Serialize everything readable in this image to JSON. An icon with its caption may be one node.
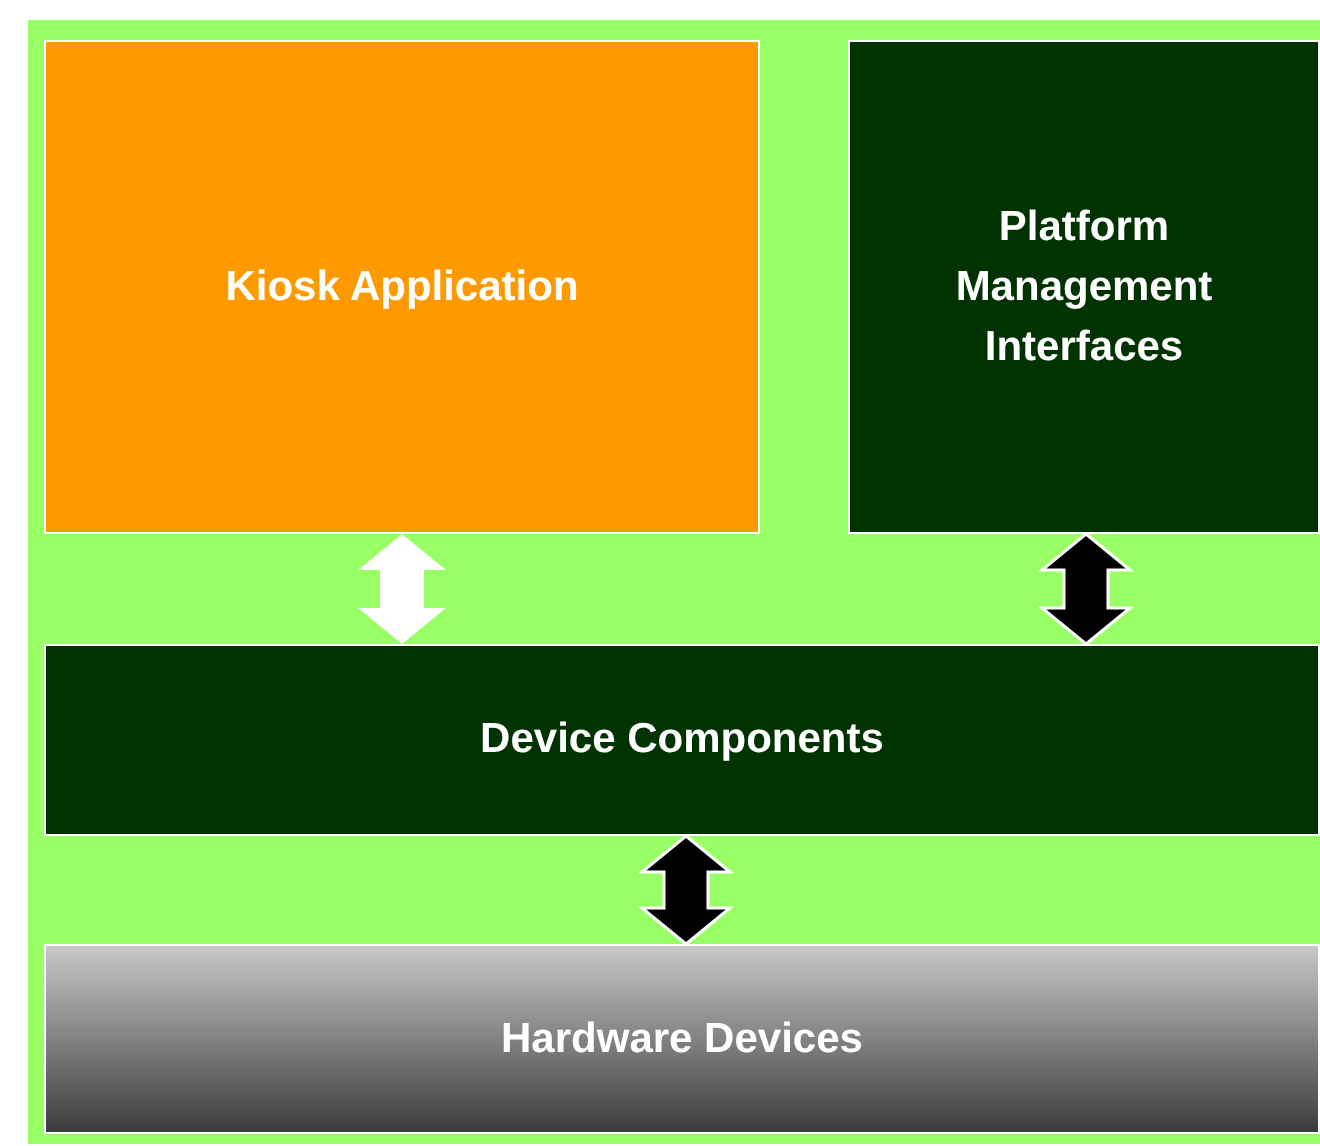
{
  "diagram": {
    "nodes": [
      {
        "text": [
          "Kiosk Application"
        ]
      },
      {
        "text": [
          "Platform Management Interfaces"
        ]
      },
      {
        "text": [
          "Device Components"
        ]
      },
      {
        "text": [
          "Hardware Devices"
        ]
      }
    ],
    "edges": [
      {
        "from": 0,
        "to": 2,
        "arrow": "both",
        "color": "#ffffff"
      },
      {
        "from": 1,
        "to": 2,
        "arrow": "both"
      },
      {
        "from": 2,
        "to": 3,
        "arrow": "both"
      }
    ]
  }
}
